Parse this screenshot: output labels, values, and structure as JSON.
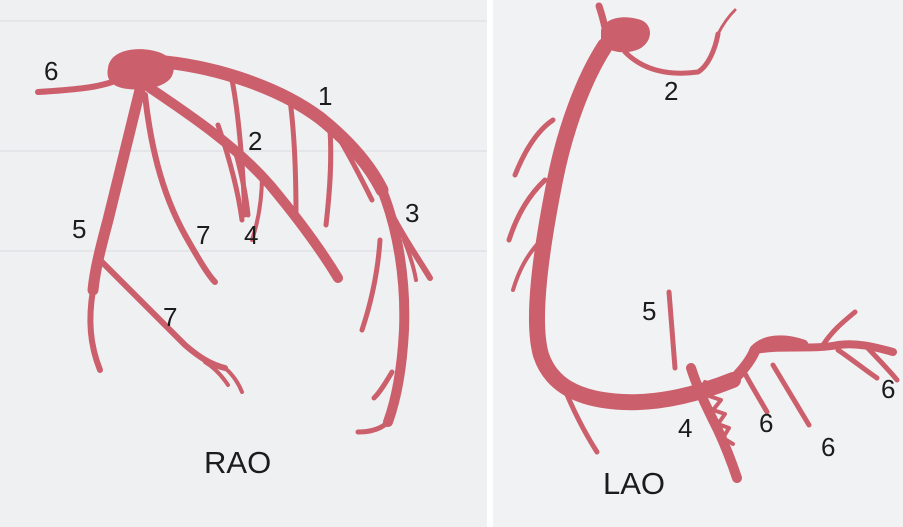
{
  "rao": {
    "view_label": "RAO",
    "labels": {
      "l1": "1",
      "l2": "2",
      "l3": "3",
      "l4": "4",
      "l5": "5",
      "l6": "6",
      "l7a": "7",
      "l7b": "7"
    }
  },
  "lao": {
    "view_label": "LAO",
    "labels": {
      "l2": "2",
      "l4": "4",
      "l5": "5",
      "l6a": "6",
      "l6b": "6",
      "l6c": "6"
    }
  },
  "colors": {
    "vessel": "#cc5f6c",
    "text": "#1c1c1c",
    "background": "#eef0f2"
  }
}
